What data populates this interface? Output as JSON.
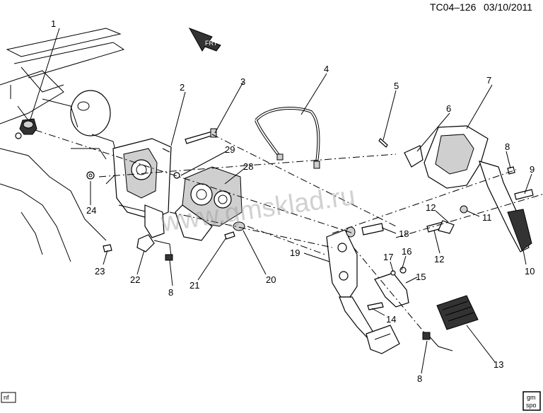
{
  "header": {
    "code": "TC04–126",
    "date": "03/10/2011"
  },
  "watermark": "www.gmsklad.ru",
  "footer": {
    "tag": "nf",
    "logo_line1": "gm",
    "logo_line2": "spo"
  },
  "arrow_text": "FRT",
  "callouts": [
    "1",
    "2",
    "3",
    "4",
    "5",
    "6",
    "7",
    "8",
    "9",
    "10",
    "11",
    "12",
    "12",
    "13",
    "14",
    "15",
    "16",
    "17",
    "18",
    "19",
    "20",
    "21",
    "22",
    "23",
    "24",
    "28",
    "29",
    "8",
    "8"
  ]
}
